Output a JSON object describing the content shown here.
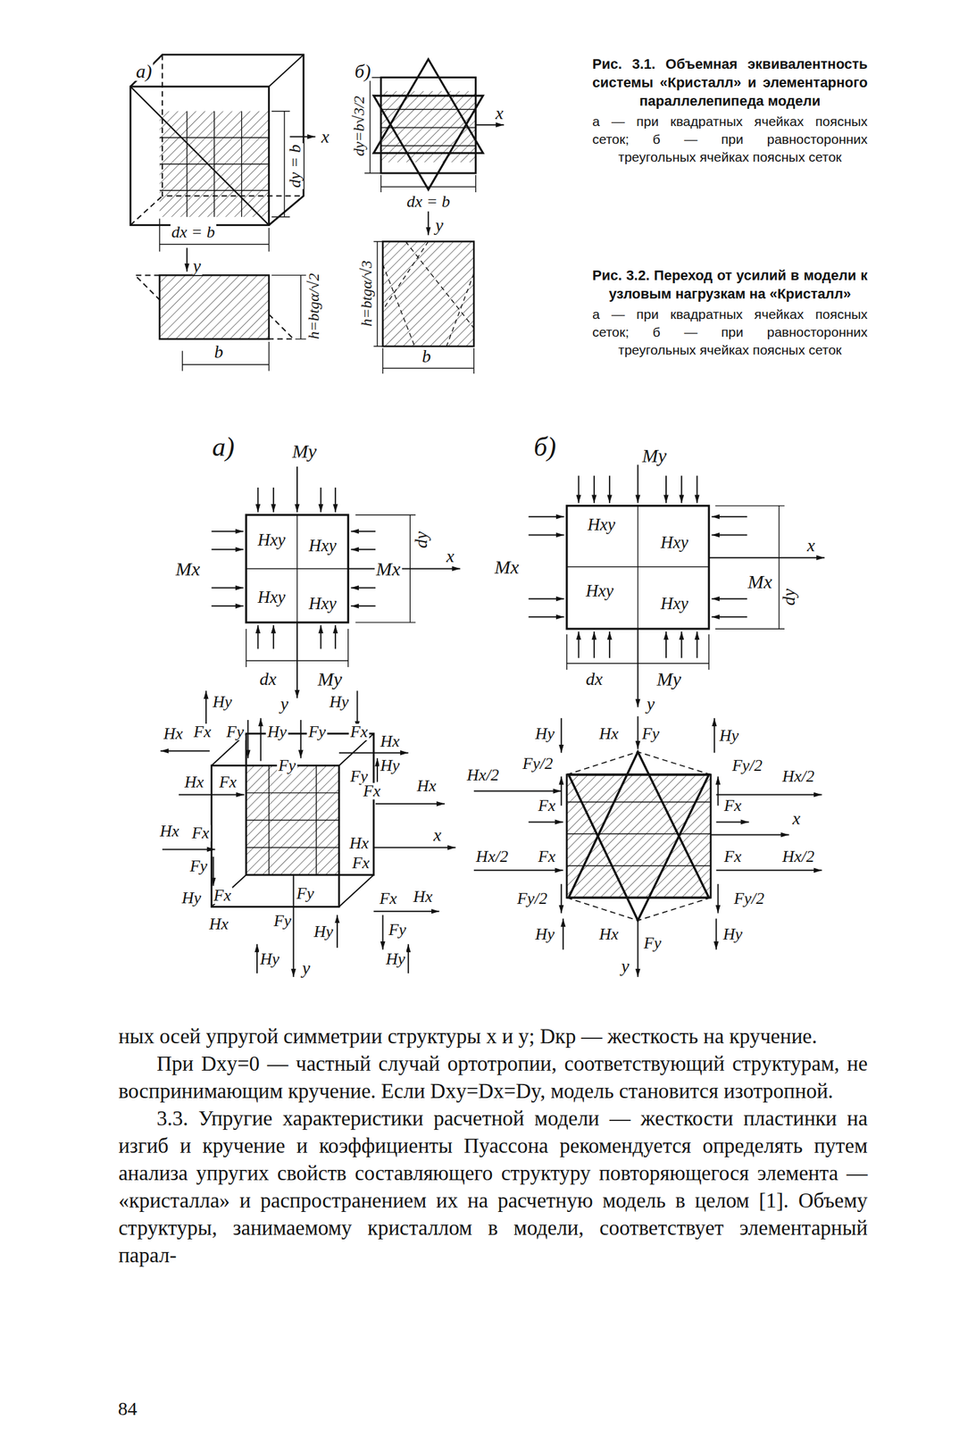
{
  "diagram": {
    "labels": [
      "а)",
      "x",
      "dy = b",
      "dx = b",
      "y",
      "h=btgα/√2",
      "b",
      "б)",
      "x",
      "dy=b√3/2",
      "dx = b",
      "y",
      "h=btgα/√3",
      "b",
      "Рис. 3.1. Объемная эквивалентность системы «Кристалл» и элементарного параллелепипеда модели",
      "а — при квадратных ячейках поясных сеток; б — при равносторонних треугольных ячейках поясных сеток",
      "Рис. 3.2. Переход от усилий в модели к узловым нагрузкам на «Кристалл»",
      "а — при квадратных ячейках поясных сеток; б — при равносторонних треугольных ячейках поясных сеток",
      "а)",
      "My",
      "Mx",
      "Hxy",
      "Hxy",
      "Hxy",
      "Hxy",
      "dy",
      "x",
      "Mx",
      "dx",
      "My",
      "y",
      "Hy",
      "Hy",
      "Hx",
      "Fx",
      "Fy",
      "Hy",
      "Fy",
      "Fx",
      "Hx",
      "Fy",
      "Hy",
      "Fy",
      "Hx",
      "Fx",
      "Fx",
      "Hx",
      "x",
      "Hx",
      "Fx",
      "Fy",
      "Hx",
      "Fx",
      "Hy",
      "Fx",
      "Fy",
      "Fx",
      "Hx",
      "Hx",
      "Fy",
      "Hy",
      "Fy",
      "Hy",
      "y",
      "Hy",
      "б)",
      "My",
      "Mx",
      "Hxy",
      "Hxy",
      "Hxy",
      "Hxy",
      "dy",
      "x",
      "Mx",
      "dx",
      "My",
      "y",
      "Hy",
      "Hx",
      "Fy",
      "Hy",
      "Hx/2",
      "Fy/2",
      "Fy/2",
      "Hx/2",
      "Fx",
      "Fx",
      "x",
      "Hx/2",
      "Fx",
      "Fx",
      "Hx/2",
      "Fy/2",
      "Fy/2",
      "Hy",
      "Hx",
      "Fy",
      "Hy",
      "y",
      "ных осей упругой симметрии структуры x и y; Dкр — жесткость на кручение.",
      "При Dxy=0 — частный случай ортотропии, соответствующий структурам, не воспринимающим кручение. Если Dxy=Dx=Dy, модель становится изотропной.",
      "3.3. Упругие характеристики расчетной модели — жесткости пластинки на изгиб и кручение и коэффициенты Пуассона рекомендуется определять путем анализа упругих свойств составляющего структуру повторяющегося элемента — «кристалла» и распространением их на расчетную модель в целом [1]. Объему структуры, занимаемому кристаллом в модели, соответствует элементарный парал-",
      "84"
    ]
  }
}
